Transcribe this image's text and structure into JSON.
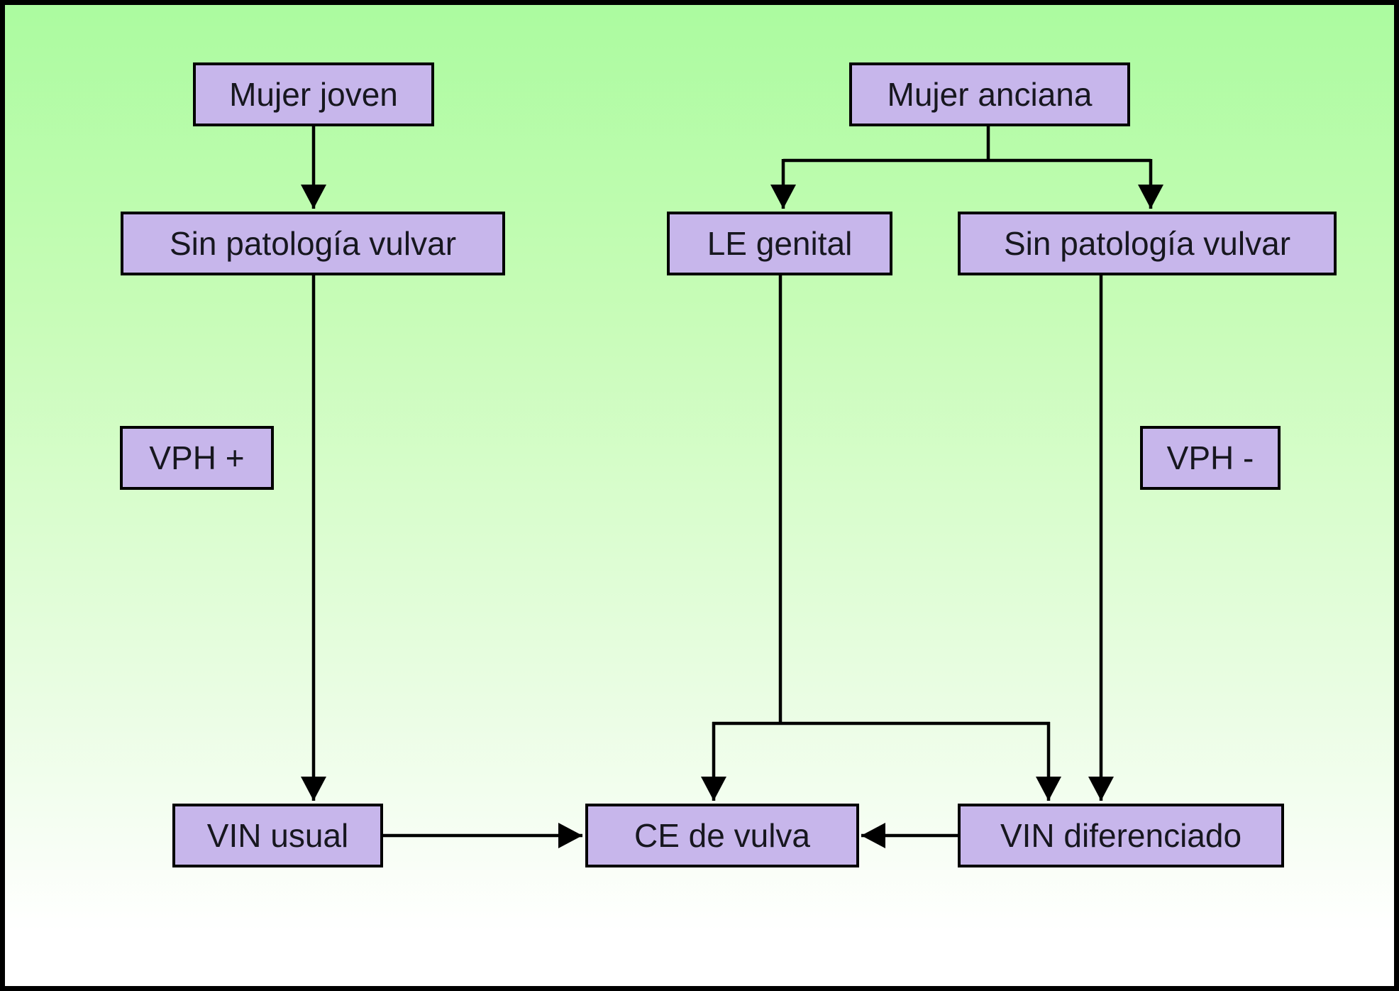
{
  "diagram": {
    "nodes": {
      "mujer_joven": {
        "label": "Mujer joven"
      },
      "mujer_anciana": {
        "label": "Mujer anciana"
      },
      "sin_patologia_izq": {
        "label": "Sin patología vulvar"
      },
      "le_genital": {
        "label": "LE genital"
      },
      "sin_patologia_der": {
        "label": "Sin patología vulvar"
      },
      "vph_pos": {
        "label": "VPH +"
      },
      "vph_neg": {
        "label": "VPH -"
      },
      "vin_usual": {
        "label": "VIN usual"
      },
      "ce_vulva": {
        "label": "CE de vulva"
      },
      "vin_dif": {
        "label": "VIN diferenciado"
      }
    },
    "edges": [
      {
        "from": "mujer_joven",
        "to": "sin_patologia_izq"
      },
      {
        "from": "mujer_anciana",
        "to": "le_genital"
      },
      {
        "from": "mujer_anciana",
        "to": "sin_patologia_der"
      },
      {
        "from": "sin_patologia_izq",
        "to": "vin_usual",
        "via_label": "VPH +"
      },
      {
        "from": "sin_patologia_der",
        "to": "vin_dif",
        "via_label": "VPH -"
      },
      {
        "from": "le_genital",
        "to": "ce_vulva"
      },
      {
        "from": "le_genital",
        "to": "vin_dif"
      },
      {
        "from": "vin_usual",
        "to": "ce_vulva"
      },
      {
        "from": "vin_dif",
        "to": "ce_vulva"
      }
    ],
    "colors": {
      "node_fill": "#c7b6eb",
      "node_border": "#000000",
      "node_text": "#17171f",
      "line": "#000000",
      "bg_top": "#abfb9f",
      "bg_bottom": "#ffffff"
    }
  }
}
